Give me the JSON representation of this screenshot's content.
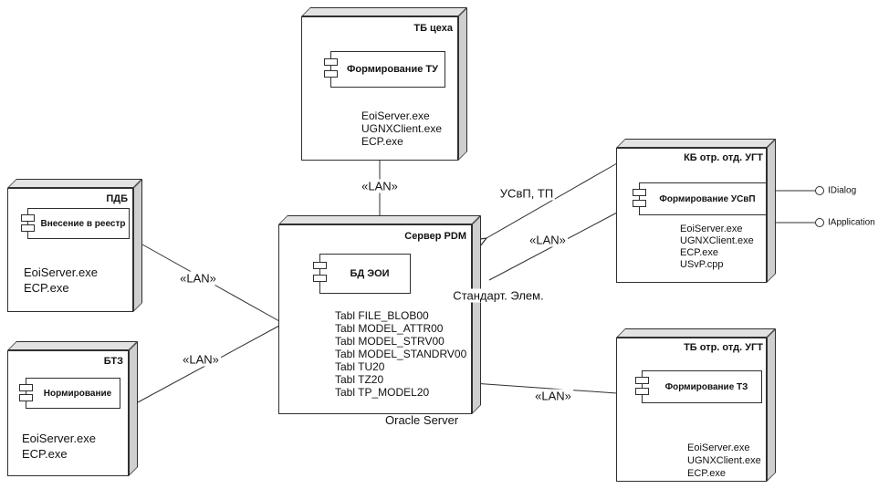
{
  "nodes": {
    "shop_tb": {
      "title": "ТБ цеха",
      "component": "Формирование ТУ",
      "files": [
        "EoiServer.exe",
        "UGNXClient.exe",
        "ECP.exe"
      ]
    },
    "pdb": {
      "title": "ПДБ",
      "component": "Внесение в реестр",
      "files": [
        "EoiServer.exe",
        "ECP.exe"
      ]
    },
    "btz": {
      "title": "БТЗ",
      "component": "Нормирование",
      "files": [
        "EoiServer.exe",
        "ECP.exe"
      ]
    },
    "pdm_server": {
      "title": "Сервер PDM",
      "component": "БД ЭОИ",
      "tables": [
        "Tabl FILE_BLOB00",
        "Tabl MODEL_ATTR00",
        "Tabl MODEL_STRV00",
        "Tabl MODEL_STANDRV00",
        "Tabl TU20",
        "Tabl TZ20",
        "Tabl TP_MODEL20"
      ],
      "caption": "Oracle Server"
    },
    "kb_ugt": {
      "title": "КБ отр. отд. УГТ",
      "component": "Формирование УСвП",
      "files": [
        "EoiServer.exe",
        "UGNXClient.exe",
        "ECP.exe",
        "USvP.cpp"
      ],
      "interfaces": [
        "IDialog",
        "IApplication"
      ]
    },
    "tb_ugt": {
      "title": "ТБ отр. отд. УГТ",
      "component": "Формирование ТЗ",
      "files": [
        "EoiServer.exe",
        "UGNXClient.exe",
        "ECP.exe"
      ]
    }
  },
  "links": {
    "top_lan": "«LAN»",
    "pdb_lan": "«LAN»",
    "btz_lan": "«LAN»",
    "kb_flow": "УСвП, ТП",
    "kb_lan": "«LAN»",
    "kb_standard": "Стандарт. Элем.",
    "tb_lan": "«LAN»"
  }
}
